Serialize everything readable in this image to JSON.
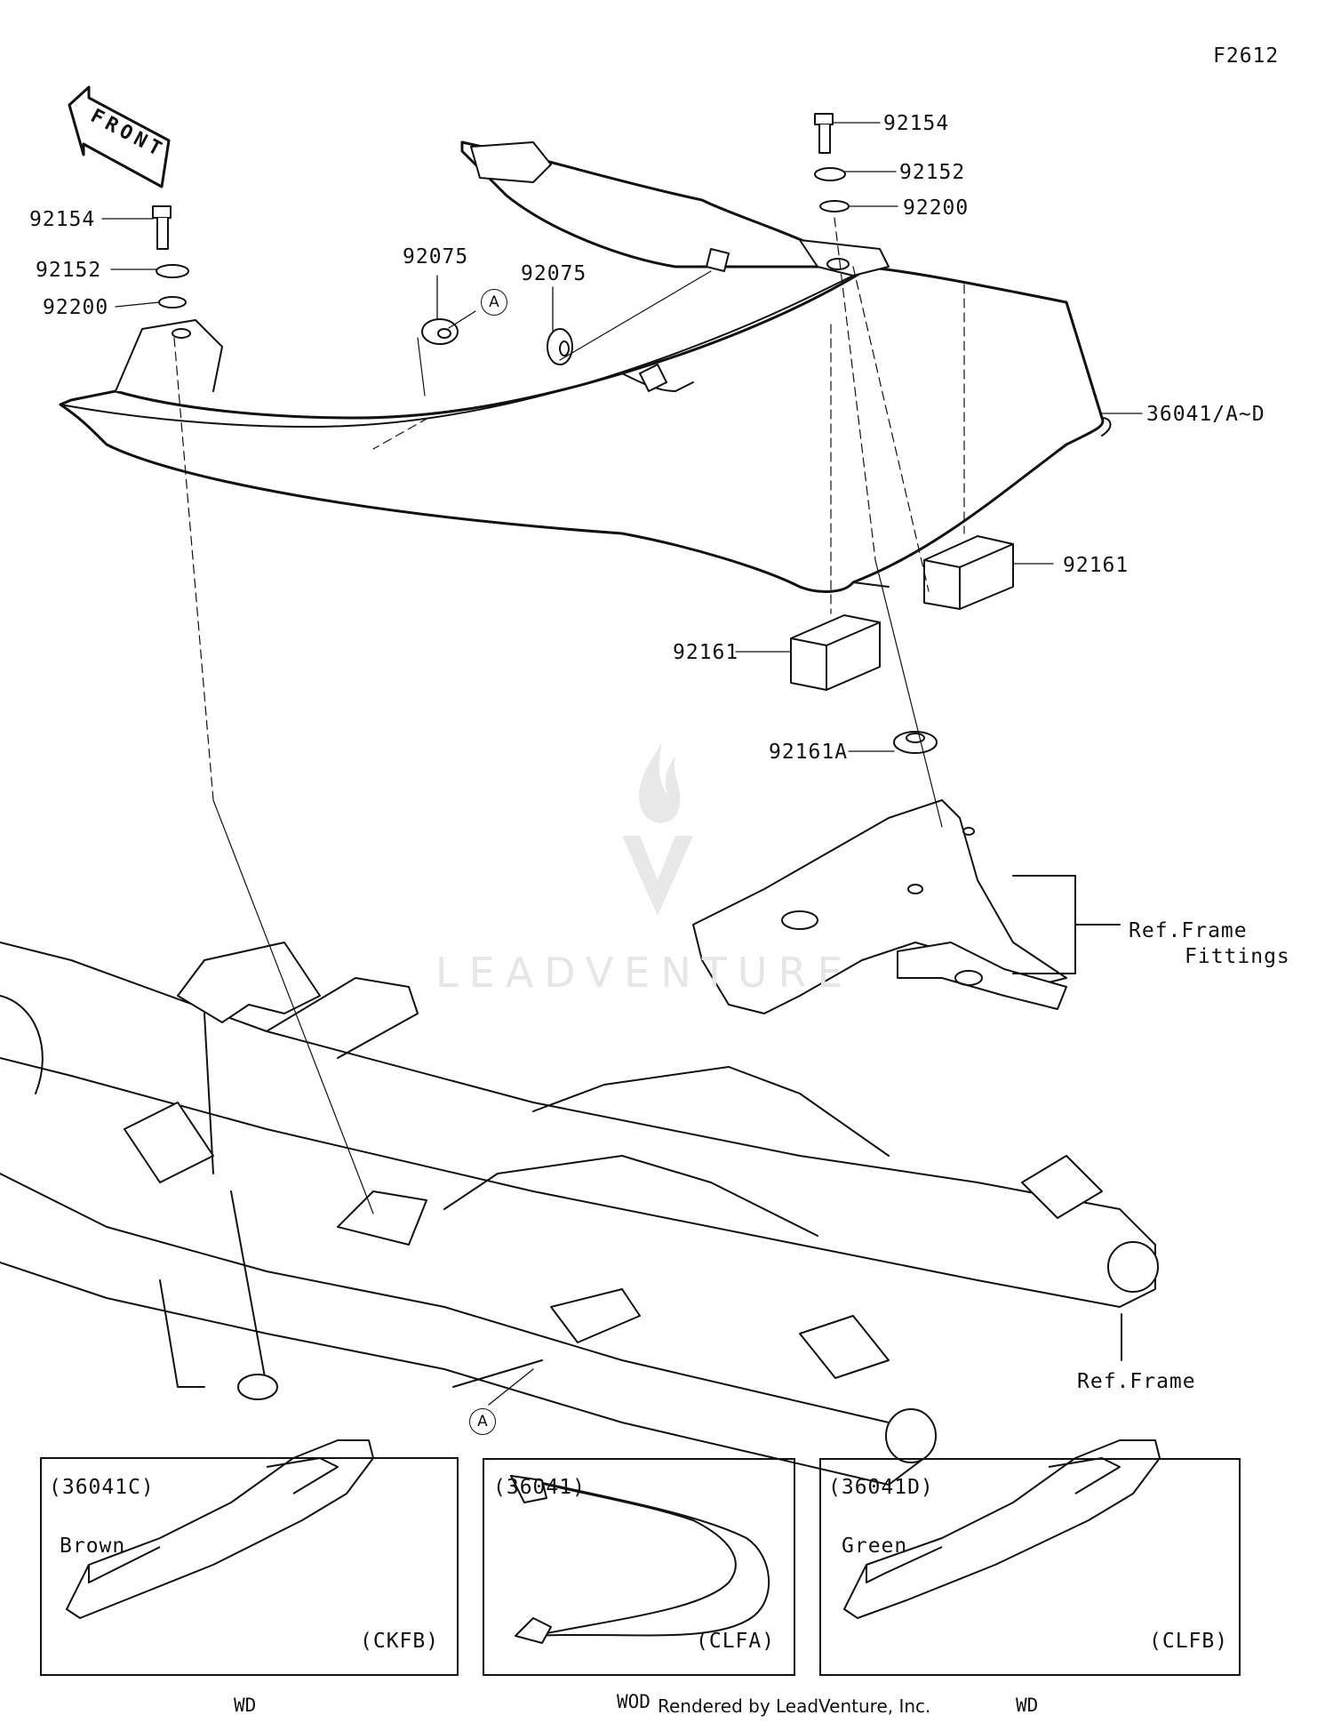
{
  "diagram_code": "F2612",
  "front_label": "FRONT",
  "parts": {
    "bolt_left": "92154",
    "washer_left": "92152",
    "washer2_left": "92200",
    "grommet_a": "92075",
    "grommet_b": "92075",
    "bolt_right": "92154",
    "washer_right": "92152",
    "washer2_right": "92200",
    "seat_cowl": "36041/A~D",
    "pad_right": "92161",
    "pad_left": "92161",
    "grommet_c": "92161A"
  },
  "ref_labels": {
    "frame_fittings_1": "Ref.Frame",
    "frame_fittings_2": "Fittings",
    "frame": "Ref.Frame"
  },
  "callout_letter": "A",
  "watermark": "LEADVENTURE",
  "insets": [
    {
      "code": "(36041C)",
      "color": "Brown",
      "variant": "(CKFB)",
      "market": "WD"
    },
    {
      "code": "(36041)",
      "color": "",
      "variant": "(CLFA)",
      "market": "WOD"
    },
    {
      "code": "(36041D)",
      "color": "Green",
      "variant": "(CLFB)",
      "market": "WD"
    }
  ],
  "credit": "Rendered by LeadVenture, Inc.",
  "colors": {
    "line": "#111111",
    "watermark": "#e6e6e6",
    "background": "#ffffff"
  }
}
